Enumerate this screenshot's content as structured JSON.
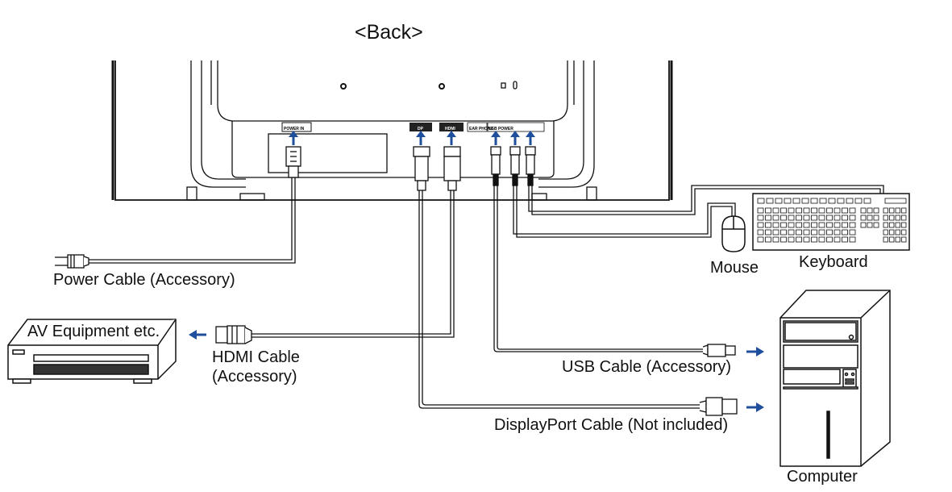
{
  "title": "<Back>",
  "ports": {
    "power_in": "POWER IN",
    "dp": "DP",
    "hdmi": "HDMI",
    "earphone": "EAR PHONE",
    "usb_power": "USB POWER"
  },
  "labels": {
    "power_cable": "Power Cable (Accessory)",
    "av_equipment": "AV Equipment etc.",
    "hdmi_cable_line1": "HDMI Cable",
    "hdmi_cable_line2": "(Accessory)",
    "mouse": "Mouse",
    "keyboard": "Keyboard",
    "usb_cable": "USB Cable (Accessory)",
    "displayport_cable": "DisplayPort Cable (Not included)",
    "computer": "Computer"
  },
  "colors": {
    "arrow": "#1f4e9c",
    "line": "#111111",
    "fill_dark": "#333333"
  },
  "icons": [
    "arrow-up-icon",
    "arrow-left-icon",
    "arrow-right-icon",
    "usb-symbol-icon"
  ]
}
